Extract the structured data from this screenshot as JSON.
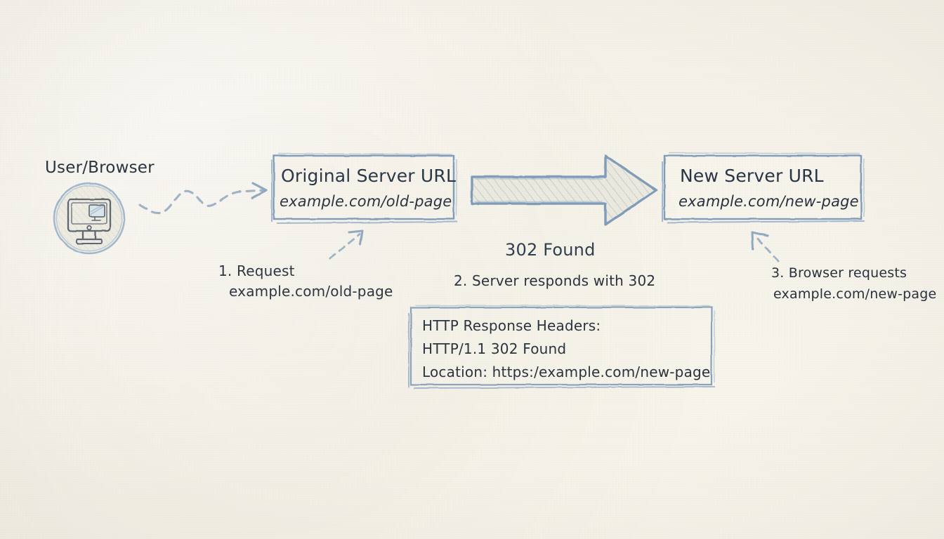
{
  "diagram": {
    "title_visible": false,
    "background_color": "#f4f1e8",
    "ink_color": "#26313d",
    "sketch_stroke_color": "#8ba6c1",
    "style": "hand-drawn sketch / whiteboard"
  },
  "actor": {
    "label": "User/Browser",
    "icon": "monitor-icon",
    "badge_shape": "hatched-circle"
  },
  "nodes": [
    {
      "id": "original-server",
      "title": "Original Server URL",
      "subtitle": "example.com/old-page"
    },
    {
      "id": "new-server",
      "title": "New Server URL",
      "subtitle": "example.com/new-page"
    }
  ],
  "flow": {
    "redirect_arrow_label": "302 Found",
    "connector_request": "wavy-dashed-arrow",
    "connector_step1": "dashed-arrow-up-right",
    "connector_step3": "dashed-arrow-up-left"
  },
  "steps": [
    {
      "number": "1.",
      "label": "1. Request",
      "detail": "example.com/old-page"
    },
    {
      "number": "2.",
      "label": "2. Server responds with 302",
      "detail": ""
    },
    {
      "number": "3.",
      "label": "3. Browser requests",
      "detail": "example.com/new-page"
    }
  ],
  "response_box": {
    "heading": "HTTP Response Headers:",
    "lines": [
      "HTTP/1.1 302 Found",
      "Location: https:/example.com/new-page"
    ]
  }
}
